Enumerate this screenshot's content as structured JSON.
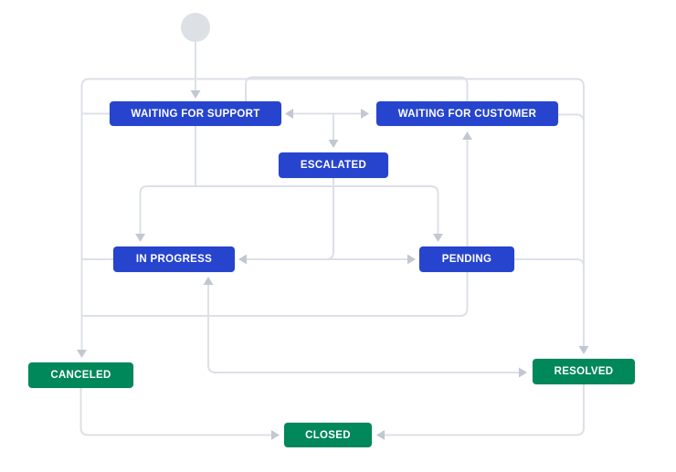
{
  "diagram": {
    "type": "workflow-status-diagram",
    "colors": {
      "background": "#ffffff",
      "status_blue": "#2644cd",
      "status_green": "#00875a",
      "label_text": "#ffffff",
      "connector": "#dde0e6",
      "arrowhead": "#c2c8d2",
      "start_node": "#dde0e5"
    },
    "start": {
      "shape": "circle"
    },
    "nodes": [
      {
        "id": "waiting-for-support",
        "label": "WAITING FOR SUPPORT",
        "category": "blue"
      },
      {
        "id": "waiting-for-customer",
        "label": "WAITING FOR CUSTOMER",
        "category": "blue"
      },
      {
        "id": "escalated",
        "label": "ESCALATED",
        "category": "blue"
      },
      {
        "id": "in-progress",
        "label": "IN PROGRESS",
        "category": "blue"
      },
      {
        "id": "pending",
        "label": "PENDING",
        "category": "blue"
      },
      {
        "id": "canceled",
        "label": "CANCELED",
        "category": "green"
      },
      {
        "id": "resolved",
        "label": "RESOLVED",
        "category": "green"
      },
      {
        "id": "closed",
        "label": "CLOSED",
        "category": "green"
      }
    ],
    "transitions": [
      {
        "from": "start",
        "to": "waiting-for-support"
      },
      {
        "between": [
          "waiting-for-support",
          "waiting-for-customer"
        ],
        "bidirectional": true
      },
      {
        "from": "waiting-for-support",
        "to": "escalated"
      },
      {
        "from": "waiting-for-support",
        "to": "in-progress"
      },
      {
        "from": "waiting-for-support",
        "to": "pending"
      },
      {
        "from": "escalated",
        "to": "in-progress"
      },
      {
        "between": [
          "in-progress",
          "pending"
        ],
        "bidirectional": true
      },
      {
        "from": "waiting-for-support",
        "to": "canceled"
      },
      {
        "from": "in-progress",
        "to": "canceled"
      },
      {
        "from": "in-progress",
        "to": "waiting-for-customer"
      },
      {
        "from": "waiting-for-customer",
        "to": "resolved"
      },
      {
        "from": "pending",
        "to": "resolved"
      },
      {
        "between": [
          "in-progress",
          "resolved"
        ],
        "bidirectional": true
      },
      {
        "from": "canceled",
        "to": "closed"
      },
      {
        "from": "resolved",
        "to": "closed"
      }
    ]
  }
}
